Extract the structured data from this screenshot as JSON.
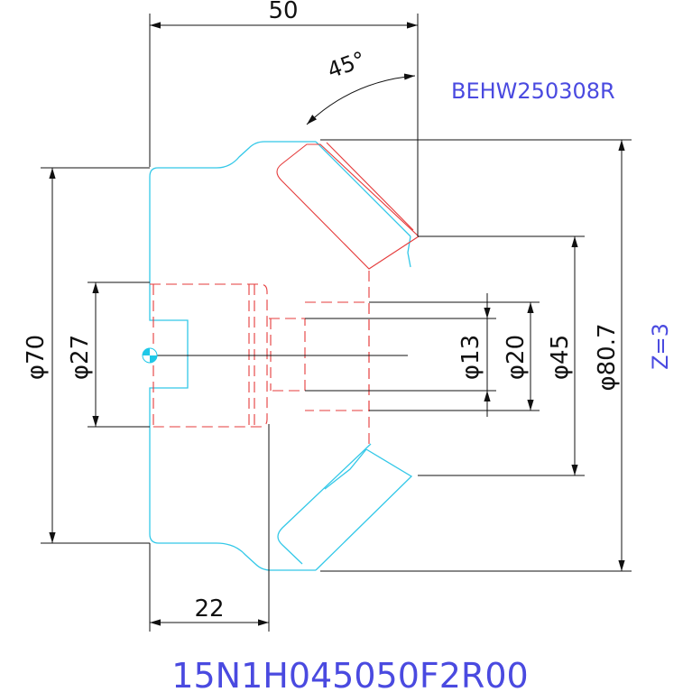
{
  "colors": {
    "background": "#ffffff",
    "outline": "#33c8e8",
    "hidden": "#e53b3b",
    "dimension": "#111111",
    "label": "#4a4ae0",
    "origin": "#1ec8e8"
  },
  "dimensions": {
    "width": "50",
    "angle": "45°",
    "od": "φ70",
    "bore": "φ27",
    "hub": "φ13",
    "inner": "φ20",
    "face": "φ45",
    "pitch": "φ80.7",
    "hub_length": "22"
  },
  "labels": {
    "code_top": "BEHW250308R",
    "teeth": "Z=3",
    "part_number": "15N1H045050F2R00"
  }
}
